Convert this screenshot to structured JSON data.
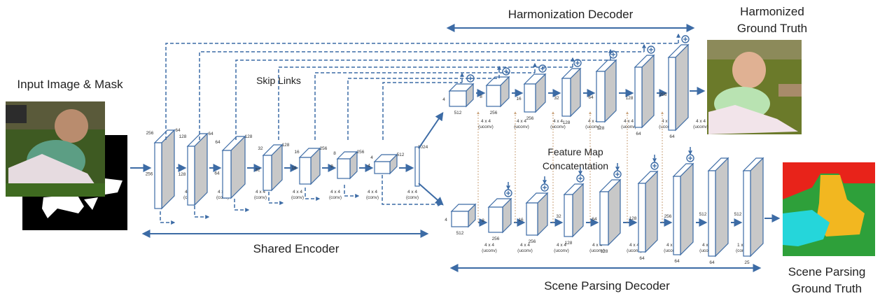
{
  "titles": {
    "harmonization_decoder": "Harmonization Decoder",
    "harmonized_gt_line1": "Harmonized",
    "harmonized_gt_line2": "Ground Truth",
    "input": "Input Image & Mask",
    "skip_links": "Skip Links",
    "feature_concat_line1": "Feature Map",
    "feature_concat_line2": "Concatentation",
    "shared_encoder": "Shared Encoder",
    "scene_parsing_decoder": "Scene Parsing Decoder",
    "scene_gt_line1": "Scene Parsing",
    "scene_gt_line2": "Ground Truth"
  },
  "colors": {
    "arrow": "#3c6ba5",
    "block_side": "#c8c8c8",
    "dotted": "#c9a27a",
    "seg_red": "#e8231a",
    "seg_green": "#2ea03a",
    "seg_yellow": "#f2b720",
    "seg_cyan": "#25d6da"
  },
  "encoder": [
    {
      "ch": "64",
      "size": "256",
      "op": "4 x 4",
      "op2": "(conv)"
    },
    {
      "ch": "64",
      "size": "128",
      "op": "4 x 4",
      "op2": "(conv)"
    },
    {
      "ch": "128",
      "size": "64",
      "op": "4 x 4",
      "op2": "(conv)"
    },
    {
      "ch": "128",
      "size": "32",
      "op": "4 x 4",
      "op2": "(conv)"
    },
    {
      "ch": "256",
      "size": "16",
      "op": "4 x 4",
      "op2": "(conv)"
    },
    {
      "ch": "256",
      "size": "8",
      "op": "4 x 4",
      "op2": "(conv)"
    },
    {
      "ch": "512",
      "size": "4",
      "op": "4 x 4",
      "op2": "(conv)"
    },
    {
      "ch": "1024",
      "size": "",
      "op": "",
      "op2": ""
    }
  ],
  "harmonization_layers": [
    {
      "ch": "512",
      "size": "4",
      "op": "4 x 4",
      "op2": "(uconv)"
    },
    {
      "ch": "256",
      "size": "8",
      "op": "4 x 4",
      "op2": "(uconv)"
    },
    {
      "ch": "256",
      "size": "16",
      "op": "4 x 4",
      "op2": "(uconv)"
    },
    {
      "ch": "128",
      "size": "32",
      "op": "4 x 4",
      "op2": "(uconv)"
    },
    {
      "ch": "128",
      "size": "64",
      "op": "4 x 4",
      "op2": "(uconv)"
    },
    {
      "ch": "64",
      "size": "128",
      "op": "4 x 4",
      "op2": "(uconv)"
    },
    {
      "ch": "64",
      "size": "256",
      "op": "4 x 4",
      "op2": "(uconv)"
    }
  ],
  "parsing_layers": [
    {
      "ch": "512",
      "size": "4",
      "op": "4 x 4",
      "op2": "(uconv)"
    },
    {
      "ch": "256",
      "size": "8",
      "op": "4 x 4",
      "op2": "(uconv)"
    },
    {
      "ch": "256",
      "size": "16",
      "op": "4 x 4",
      "op2": "(uconv)"
    },
    {
      "ch": "128",
      "size": "32",
      "op": "4 x 4",
      "op2": "(uconv)"
    },
    {
      "ch": "128",
      "size": "64",
      "op": "4 x 4",
      "op2": "(uconv)"
    },
    {
      "ch": "64",
      "size": "128",
      "op": "4 x 4",
      "op2": "(uconv)"
    },
    {
      "ch": "64",
      "size": "256",
      "op": "4 x 4",
      "op2": "(uconv)"
    },
    {
      "ch": "64",
      "size": "512",
      "op": "1 x 1",
      "op2": "(conv)"
    },
    {
      "ch": "25",
      "size": "512",
      "op": "",
      "op2": ""
    }
  ]
}
